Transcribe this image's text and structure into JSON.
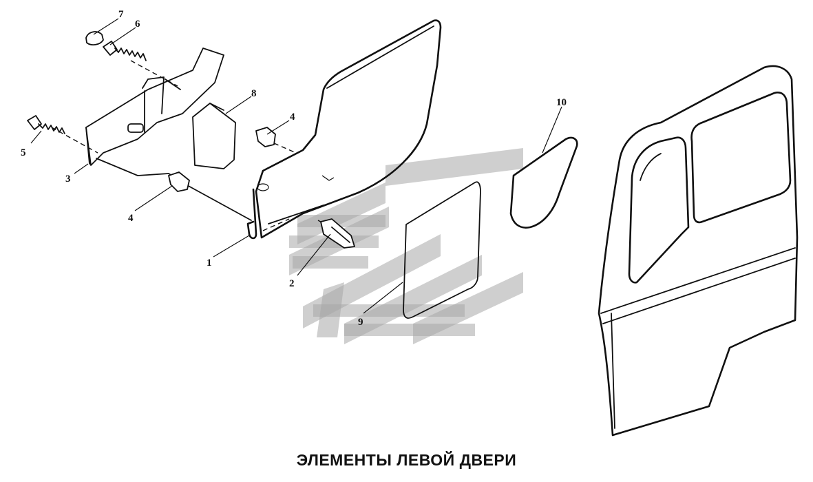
{
  "title": "ЭЛЕМЕНТЫ ЛЕВОЙ ДВЕРИ",
  "callouts": [
    "1",
    "2",
    "3",
    "4",
    "4",
    "5",
    "6",
    "7",
    "8",
    "9",
    "10"
  ],
  "colors": {
    "line": "#111111",
    "watermark": "#a7a7a7",
    "background": "#ffffff"
  }
}
